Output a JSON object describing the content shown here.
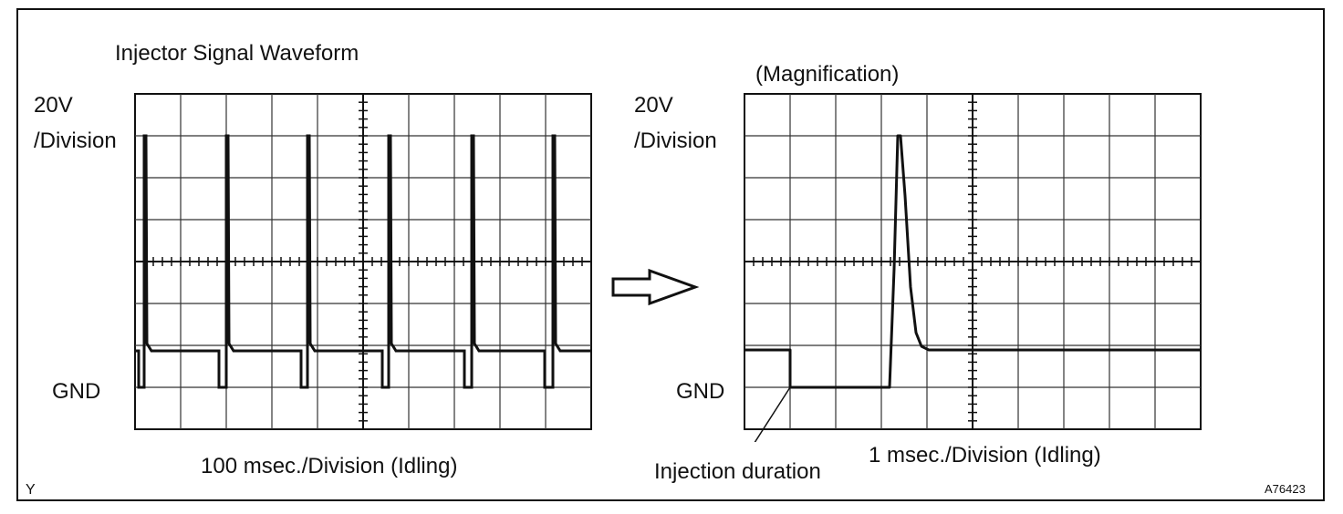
{
  "title": "Injector Signal Waveform",
  "magnification_label": "(Magnification)",
  "left_scope": {
    "volt_label_1": "20V",
    "volt_label_2": "/Division",
    "gnd_label": "GND",
    "time_label": "100 msec./Division (Idling)"
  },
  "right_scope": {
    "volt_label_1": "20V",
    "volt_label_2": "/Division",
    "gnd_label": "GND",
    "time_label": "1 msec./Division (Idling)",
    "injection_label": "Injection duration"
  },
  "corner_left": "Y",
  "figure_id": "A76423",
  "arrow_icon": "hollow-right-arrow-icon"
}
